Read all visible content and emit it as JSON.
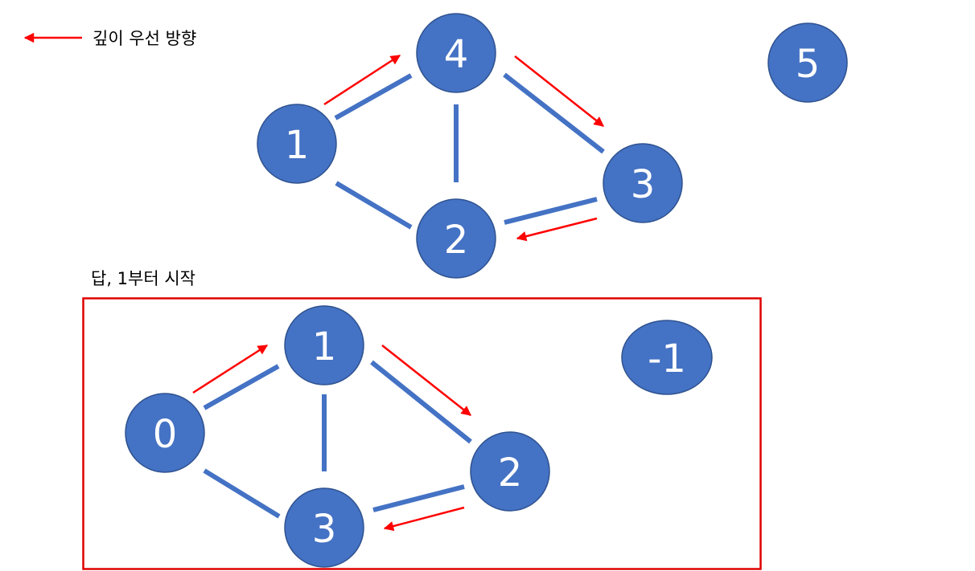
{
  "legend": {
    "text": "깊이 우선 방향",
    "icon": "red-arrow-icon"
  },
  "answer_caption": "답, 1부터 시작",
  "colors": {
    "node": "#4472c4",
    "node_border": "#2f528f",
    "edge": "#4472c4",
    "arrow": "#ff0000",
    "answer_box": "#e00000",
    "text": "#000000",
    "node_text": "#ffffff"
  },
  "top_graph": {
    "nodes": [
      {
        "id": "1",
        "label": "1"
      },
      {
        "id": "4",
        "label": "4"
      },
      {
        "id": "3",
        "label": "3"
      },
      {
        "id": "2",
        "label": "2"
      },
      {
        "id": "5",
        "label": "5"
      }
    ],
    "edges": [
      {
        "from": "1",
        "to": "4"
      },
      {
        "from": "4",
        "to": "2"
      },
      {
        "from": "4",
        "to": "3"
      },
      {
        "from": "1",
        "to": "2"
      },
      {
        "from": "2",
        "to": "3"
      }
    ],
    "dfs_arrows": [
      {
        "from": "1",
        "to": "4"
      },
      {
        "from": "4",
        "to": "3"
      },
      {
        "from": "3",
        "to": "2"
      }
    ]
  },
  "answer_graph": {
    "nodes": [
      {
        "id": "0",
        "label": "0"
      },
      {
        "id": "1",
        "label": "1"
      },
      {
        "id": "2",
        "label": "2"
      },
      {
        "id": "3",
        "label": "3"
      },
      {
        "id": "-1",
        "label": "-1"
      }
    ],
    "edges": [
      {
        "from": "0",
        "to": "1"
      },
      {
        "from": "1",
        "to": "3"
      },
      {
        "from": "1",
        "to": "2"
      },
      {
        "from": "0",
        "to": "3"
      },
      {
        "from": "3",
        "to": "2"
      }
    ],
    "dfs_arrows": [
      {
        "from": "0",
        "to": "1"
      },
      {
        "from": "1",
        "to": "2"
      },
      {
        "from": "2",
        "to": "3"
      }
    ]
  }
}
